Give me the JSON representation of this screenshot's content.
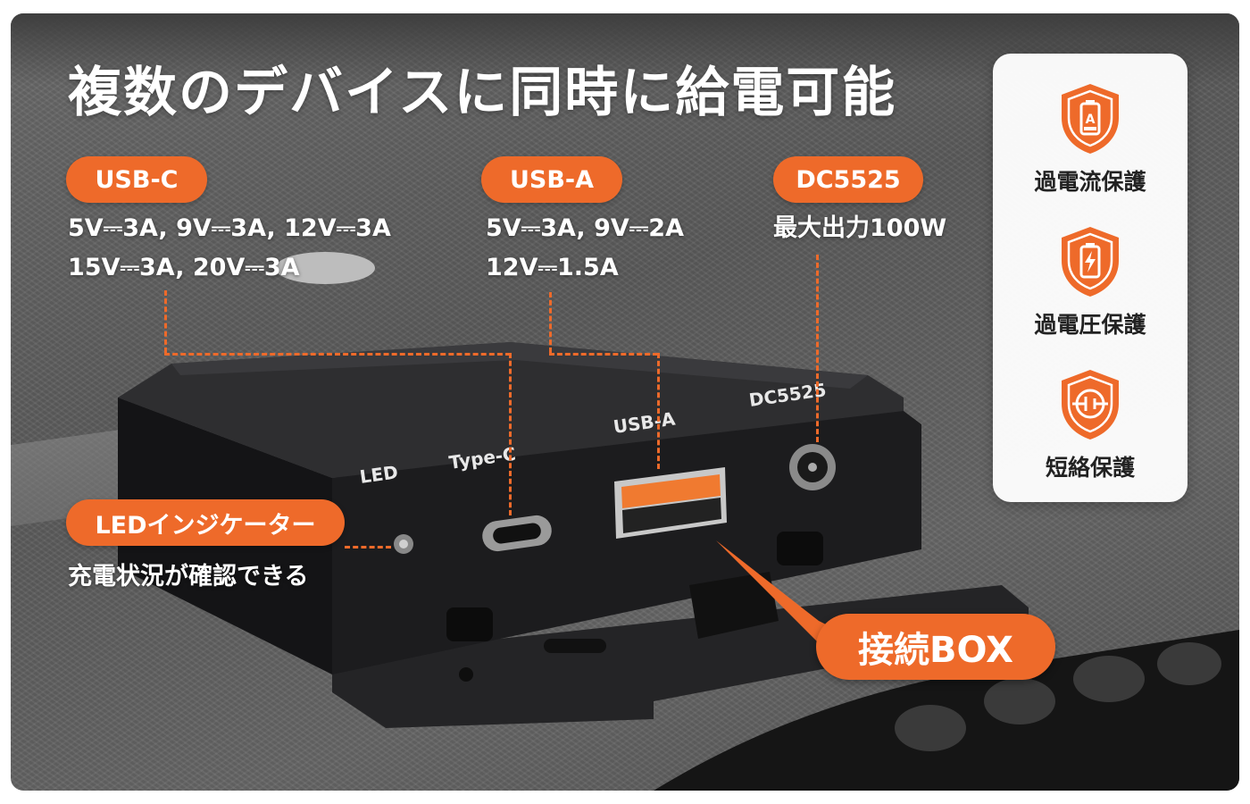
{
  "title": "複数のデバイスに同時に給電可能",
  "ports": {
    "usb_c": {
      "label": "USB-C",
      "spec_line1": "5V⎓3A, 9V⎓3A, 12V⎓3A",
      "spec_line2": "15V⎓3A, 20V⎓3A"
    },
    "usb_a": {
      "label": "USB-A",
      "spec_line1": "5V⎓3A, 9V⎓2A",
      "spec_line2": "12V⎓1.5A"
    },
    "dc5525": {
      "label": "DC5525",
      "spec_line1": "最大出力100W"
    }
  },
  "led": {
    "label": "LEDインジケーター",
    "note": "充電状況が確認できる"
  },
  "box_callout": "接続BOX",
  "device_markings": {
    "led": "LED",
    "type_c": "Type-C",
    "usb_a": "USB-A",
    "dc5525": "DC5525"
  },
  "protections": [
    {
      "label": "過電流保護",
      "icon": "battery-a-shield-icon"
    },
    {
      "label": "過電圧保護",
      "icon": "battery-bolt-shield-icon"
    },
    {
      "label": "短絡保護",
      "icon": "short-circuit-shield-icon"
    }
  ],
  "colors": {
    "accent": "#ee6a2a",
    "device": "#1c1c1e",
    "panel": "#ffffff"
  }
}
